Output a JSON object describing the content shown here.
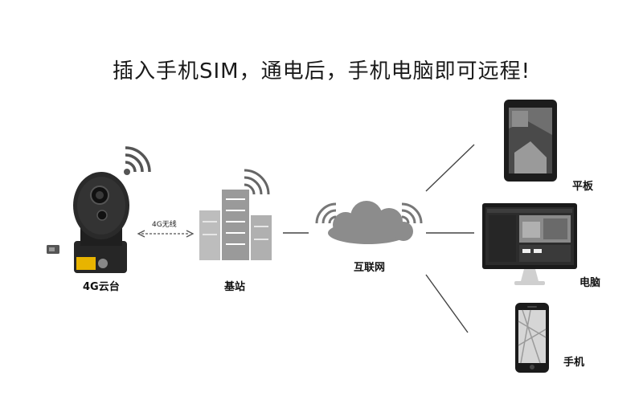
{
  "title": "插入手机SIM，通电后，手机电脑即可远程!",
  "nodes": {
    "camera": "4G云台",
    "link": "4G无线",
    "station": "基站",
    "internet": "互联网",
    "tablet": "平板",
    "computer": "电脑",
    "phone": "手机"
  }
}
